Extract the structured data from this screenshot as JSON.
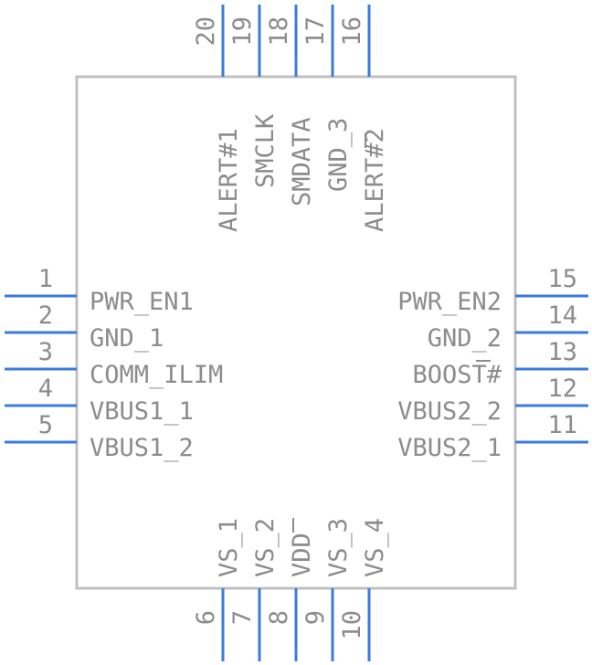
{
  "component": {
    "body_color": "#c0c0c0",
    "pin_color": "#3a7be0",
    "text_color": "#8c8c8c"
  },
  "pins": {
    "left": [
      {
        "number": "1",
        "name": "PWR_EN1"
      },
      {
        "number": "2",
        "name": "GND_1"
      },
      {
        "number": "3",
        "name": "COMM_ILIM"
      },
      {
        "number": "4",
        "name": "VBUS1_1"
      },
      {
        "number": "5",
        "name": "VBUS1_2"
      }
    ],
    "bottom": [
      {
        "number": "6",
        "name": "VS_1"
      },
      {
        "number": "7",
        "name": "VS_2"
      },
      {
        "number": "8",
        "name": "VDD"
      },
      {
        "number": "9",
        "name": "VS_3"
      },
      {
        "number": "10",
        "name": "VS_4"
      }
    ],
    "right": [
      {
        "number": "11",
        "name": "VBUS2_1"
      },
      {
        "number": "12",
        "name": "VBUS2_2"
      },
      {
        "number": "13",
        "name": "BOOST#"
      },
      {
        "number": "14",
        "name": "GND_2"
      },
      {
        "number": "15",
        "name": "PWR_EN2"
      }
    ],
    "top": [
      {
        "number": "16",
        "name": "ALERT#2"
      },
      {
        "number": "17",
        "name": "GND_3"
      },
      {
        "number": "18",
        "name": "SMDATA"
      },
      {
        "number": "19",
        "name": "SMCLK"
      },
      {
        "number": "20",
        "name": "ALERT#1"
      }
    ]
  }
}
